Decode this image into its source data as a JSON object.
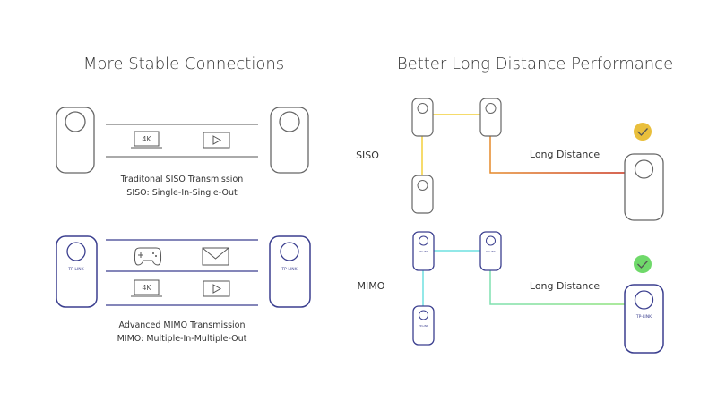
{
  "left": {
    "title": "More Stable Connections",
    "siso": {
      "caption_line1": "Traditonal SISO Transmission",
      "caption_line2": "SISO: Single-In-Single-Out",
      "badge_4k": "4K"
    },
    "mimo": {
      "caption_line1": "Advanced MIMO Transmission",
      "caption_line2": "MIMO: Multiple-In-Multiple-Out",
      "badge_4k": "4K",
      "brand_left": "TP-LINK",
      "brand_right": "TP-LINK"
    }
  },
  "right": {
    "title": "Better Long Distance Performance",
    "siso": {
      "label": "SISO",
      "distance_label": "Long Distance"
    },
    "mimo": {
      "label": "MIMO",
      "distance_label": "Long Distance",
      "brand_large": "TP-LINK",
      "brand_small": "TP-LINK"
    }
  },
  "colors": {
    "siso_check": "#e9bf3c",
    "mimo_check": "#6fd96a",
    "mimo_device": "#3b3f8f",
    "siso_device": "#666666",
    "siso_line_warm": "#f2cf3a",
    "siso_line_hot": "#d0451b",
    "mimo_line_cyan": "#6fe0e0",
    "mimo_line_green": "#7be27a"
  },
  "icons": [
    "tv-4k-icon",
    "play-icon",
    "gamepad-icon",
    "mail-icon",
    "checkmark-icon",
    "powerline-adapter-icon"
  ]
}
